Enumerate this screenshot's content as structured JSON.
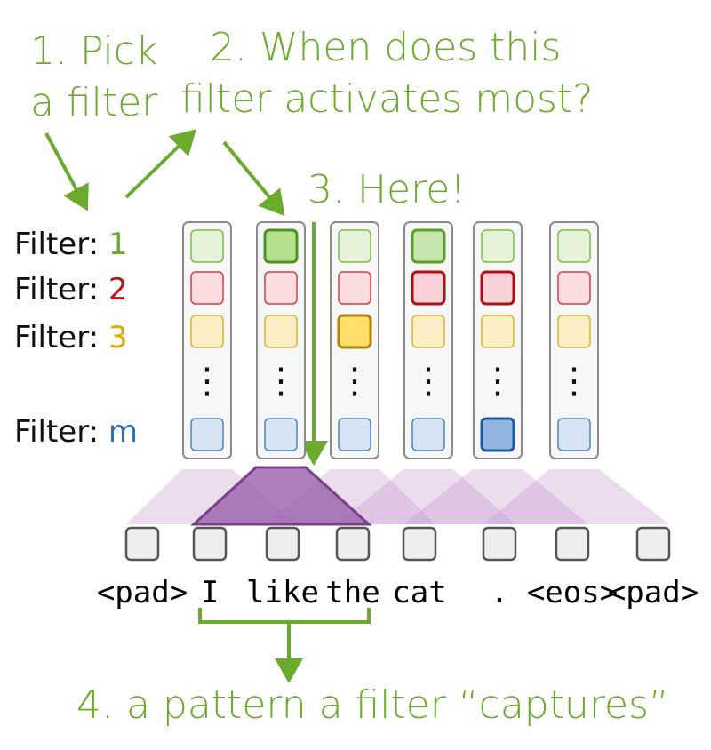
{
  "steps": {
    "s1_line1": "1. Pick",
    "s1_line2": "a filter",
    "s2_line1": "2. When does this",
    "s2_line2": "filter activates most?",
    "s3": "3. Here!",
    "s4": "4. a pattern a filter “captures”"
  },
  "filters": [
    {
      "prefix": "Filter: ",
      "id": "1",
      "color": "#6aaa2c"
    },
    {
      "prefix": "Filter: ",
      "id": "2",
      "color": "#c0101a"
    },
    {
      "prefix": "Filter: ",
      "id": "3",
      "color": "#e0a800"
    },
    {
      "prefix": "Filter: ",
      "id": "m",
      "color": "#2f73b7"
    }
  ],
  "ellipsis": "⋮",
  "tokens": [
    "<pad>",
    "I",
    "like",
    "the",
    "cat",
    ".",
    "<eos>",
    "<pad>"
  ],
  "activations": {
    "strongest": {
      "filter_1": 1,
      "filter_3": 2,
      "filter_m": 4
    },
    "elevated": {
      "filter_1": [
        3
      ],
      "filter_2": [
        3,
        4
      ]
    }
  },
  "captured_span": {
    "start": 1,
    "end": 3
  },
  "colors": {
    "green": "#6aaa2c",
    "red": "#c0101a",
    "yellow": "#e0a800",
    "blue": "#2f73b7",
    "purple": "#7b3f8c"
  }
}
